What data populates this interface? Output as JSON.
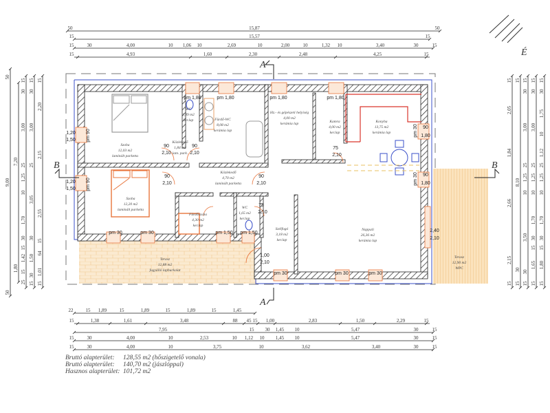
{
  "marks": {
    "north": "É",
    "section_a": "A",
    "section_b": "B"
  },
  "dimensions": {
    "top": [
      [
        "50",
        "15,87",
        "50"
      ],
      [
        "15",
        "15,57",
        "15"
      ],
      [
        "15",
        "30",
        "4,00",
        "10",
        "1,06",
        "10",
        "2,69",
        "10",
        "2,00",
        "10",
        "1,32",
        "10",
        "3,40",
        "30",
        "15"
      ],
      [
        "15",
        "4,93",
        "1,60",
        "2,30",
        "2,48",
        "4,25",
        "15"
      ]
    ],
    "bottom": [
      [
        "22",
        "15",
        "1,89",
        "15",
        "1,89",
        "15",
        "1,89",
        "15",
        "1,45"
      ],
      [
        "15",
        "1,38",
        "1,61",
        "3,48",
        "88",
        "45",
        "15",
        "1,00",
        "2,83",
        "1,50",
        "2,29",
        "15"
      ],
      [
        "7,95",
        "15",
        "30",
        "1,45",
        "10",
        "5,47",
        "30",
        "15"
      ],
      [
        "15",
        "30",
        "4,00",
        "10",
        "2,53",
        "10",
        "1,12",
        "10",
        "1,45",
        "10",
        "5,47",
        "30",
        "15"
      ],
      [
        "15",
        "30",
        "4,00",
        "10",
        "3,75",
        "10",
        "3,62",
        "3,40",
        "30",
        "15"
      ]
    ],
    "left": [
      [
        "50",
        "9,00",
        "50"
      ],
      [
        "7,20",
        "1,80"
      ],
      [
        "15",
        "30",
        "3,00",
        "25",
        "1,25",
        "10",
        "1,70",
        "30",
        "15",
        "1,42",
        "15",
        "25"
      ],
      [
        "15",
        "30",
        "3,00",
        "25",
        "3,05",
        "30",
        "1,50",
        "30",
        "15"
      ],
      [
        "15",
        "2,20",
        "2,15",
        "2,55",
        "15",
        "64",
        "1,01",
        "15"
      ]
    ],
    "right": [
      [
        "15",
        "2,05",
        "1,84",
        "2,66",
        "2,15",
        "15"
      ],
      [
        "15",
        "8,10",
        "30",
        "15"
      ],
      [
        "15",
        "30",
        "3,00",
        "25",
        "1,25",
        "10",
        "3,50",
        "30",
        "15"
      ],
      [
        "15",
        "30",
        "3,00",
        "25",
        "1,25",
        "10",
        "1,70",
        "30",
        "15",
        "1,65",
        "15"
      ],
      [
        "15",
        "30",
        "1,75",
        "10",
        "1,12",
        "25",
        "1,25",
        "10",
        "1,70",
        "30",
        "15",
        "1,80",
        "15"
      ]
    ]
  },
  "rooms": [
    {
      "name": "Szoba",
      "area": "12,03 m2",
      "floor": "laminált parketta"
    },
    {
      "name": "Szoba",
      "area": "12,20 m2",
      "floor": "laminált parketta"
    },
    {
      "name": "Közlekedő",
      "area": "1,84 m2",
      "floor": "lam. park."
    },
    {
      "name": "WC",
      "area": "1,89 m2",
      "floor": "ker.lap"
    },
    {
      "name": "Fürdő-WC",
      "area": "8,08 m2",
      "floor": "kerámia lap"
    },
    {
      "name": "Hz.- és gépészeti helyiség",
      "area": "4,00 m2",
      "floor": "kerámia lap"
    },
    {
      "name": "Kamra",
      "area": "4,00 m2",
      "floor": "ker.lap"
    },
    {
      "name": "Konyha",
      "area": "13,75 m2",
      "floor": "kerámia lap"
    },
    {
      "name": "Közlekedő",
      "area": "4,70 m2",
      "floor": "laminált parketta"
    },
    {
      "name": "Fürdőszoba",
      "area": "4,30 m2",
      "floor": "ker.lap"
    },
    {
      "name": "WC",
      "area": "1,65 m2",
      "floor": "ker.lap"
    },
    {
      "name": "Szélfogó",
      "area": "3,18 m2",
      "floor": "ker.lap"
    },
    {
      "name": "Nappali",
      "area": "26,36 m2",
      "floor": "kerámia lap"
    },
    {
      "name": "Terasz",
      "area": "12,88 m2",
      "floor": "fagyálló lapburkolat"
    },
    {
      "name": "Terasz",
      "area": "12,90 m2",
      "floor": "WPC"
    }
  ],
  "openings": [
    "pm 1,80",
    "pm 1,80",
    "pm 1,80",
    "pm 1,80",
    "1,20",
    "1,50",
    "pm 90",
    "1,20",
    "1,50",
    "pm 90",
    "90",
    "1,80",
    "pm 30",
    "90",
    "1,80",
    "pm 30",
    "pm 30",
    "pm 30",
    "pm 1,50",
    "pm 1,50",
    "pm 30",
    "pm 30",
    "pm 30",
    "90",
    "2,10",
    "90",
    "2,10",
    "90",
    "2,10",
    "90",
    "2,10",
    "75",
    "2,10",
    "75",
    "2,10",
    "1,00",
    "2,10",
    "2,40",
    "2,10"
  ],
  "summary": [
    {
      "label": "Bruttó alapterület:",
      "value": "128,55 m2 (hőszigetelő vonala)"
    },
    {
      "label": "Bruttó alapterület:",
      "value": "140,70 m2 (jászlóppal)"
    },
    {
      "label": "Hasznos alapterület:",
      "value": "101,72 m2"
    }
  ],
  "colors": {
    "wall": "#222222",
    "orange": "#e8743b",
    "blue": "#3a4fc9",
    "terrace": "#f6d9a8",
    "red": "#d9342b"
  }
}
